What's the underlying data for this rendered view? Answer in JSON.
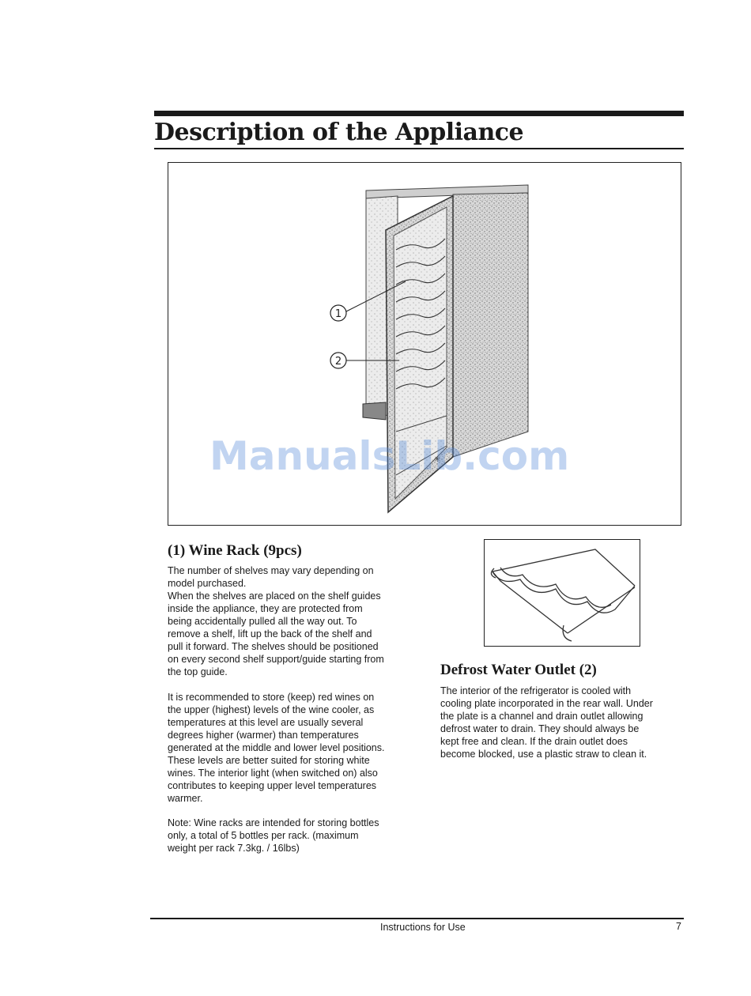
{
  "document": {
    "title": "Description of the Appliance",
    "figure": {
      "callout_1": "1",
      "callout_2": "2"
    },
    "watermark": "ManualsLib.com",
    "sections": {
      "wine_rack": {
        "heading": "(1) Wine Rack (9pcs)",
        "paragraph_1": "The number of shelves may vary depending on\nmodel purchased.\nWhen the shelves are placed on the shelf guides\ninside the appliance, they are protected from\nbeing accidentally pulled all the way out. To\nremove a shelf, lift up the back of the shelf and\npull it forward. The shelves should be positioned\non every second shelf support/guide starting from\nthe top guide.",
        "paragraph_2": "It is recommended to store (keep) red wines on\nthe upper (highest) levels of the wine cooler, as\ntemperatures at this level are usually several\ndegrees higher (warmer) than temperatures\ngenerated at the middle and lower level positions.\nThese levels are better suited for storing white\nwines. The interior light (when switched on) also\ncontributes to keeping upper level temperatures\nwarmer.",
        "note": "Note: Wine racks are intended for storing bottles\nonly, a total of 5 bottles per rack. (maximum\nweight per rack 7.3kg. / 16lbs)"
      },
      "defrost": {
        "heading": "Defrost Water Outlet (2)",
        "paragraph": "The interior of the refrigerator is cooled with\ncooling plate incorporated in the rear wall. Under\nthe plate is a channel and drain outlet allowing\ndefrost water to drain. They should always be\nkept free and clean. If the drain outlet does\nbecome blocked, use a plastic straw to clean it."
      }
    },
    "footer": {
      "label": "Instructions for Use",
      "page_number": "7"
    }
  }
}
